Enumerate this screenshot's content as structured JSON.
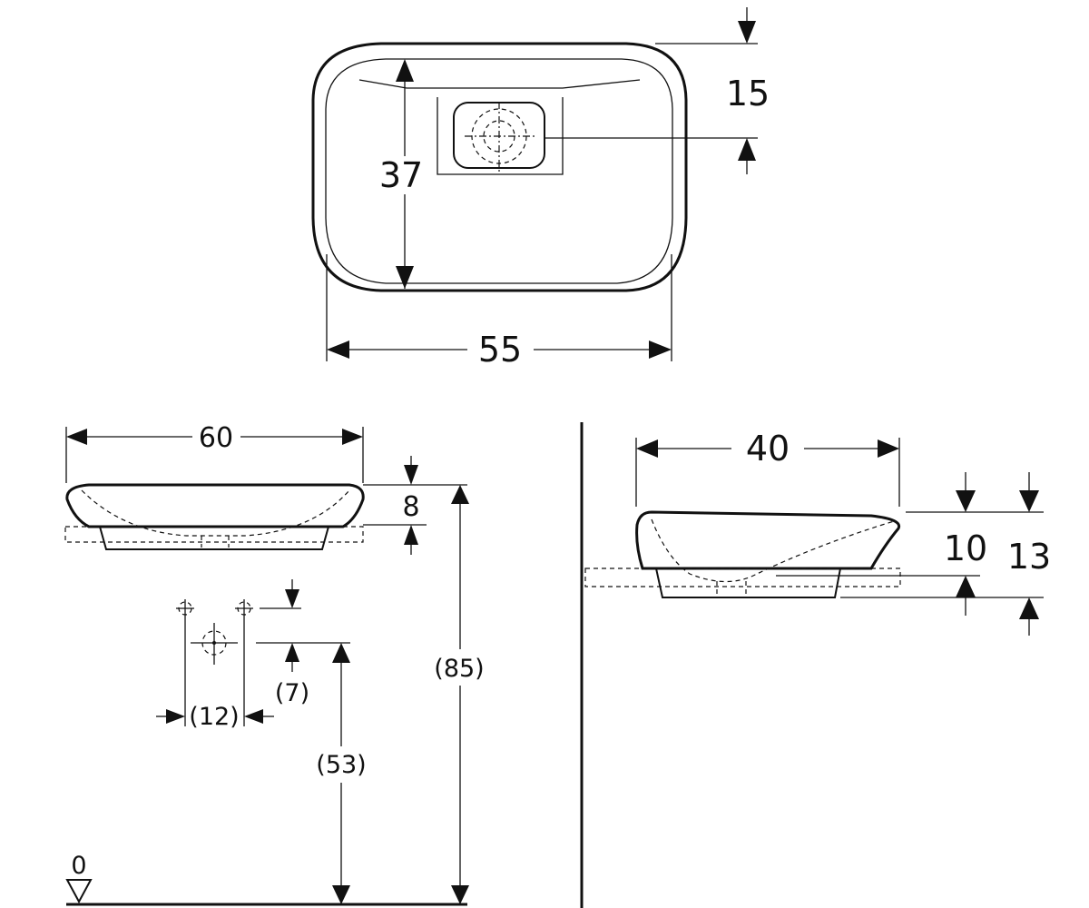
{
  "top_view": {
    "width": "55",
    "depth": "37",
    "drain_offset": "15"
  },
  "front_view": {
    "width": "60",
    "rim_height": "8",
    "total_height": "(85)",
    "drain_height": "(53)",
    "tap_spacing": "(12)",
    "tap_offset": "(7)",
    "floor_label": "0"
  },
  "side_view": {
    "depth": "40",
    "height_a": "10",
    "height_b": "13"
  }
}
